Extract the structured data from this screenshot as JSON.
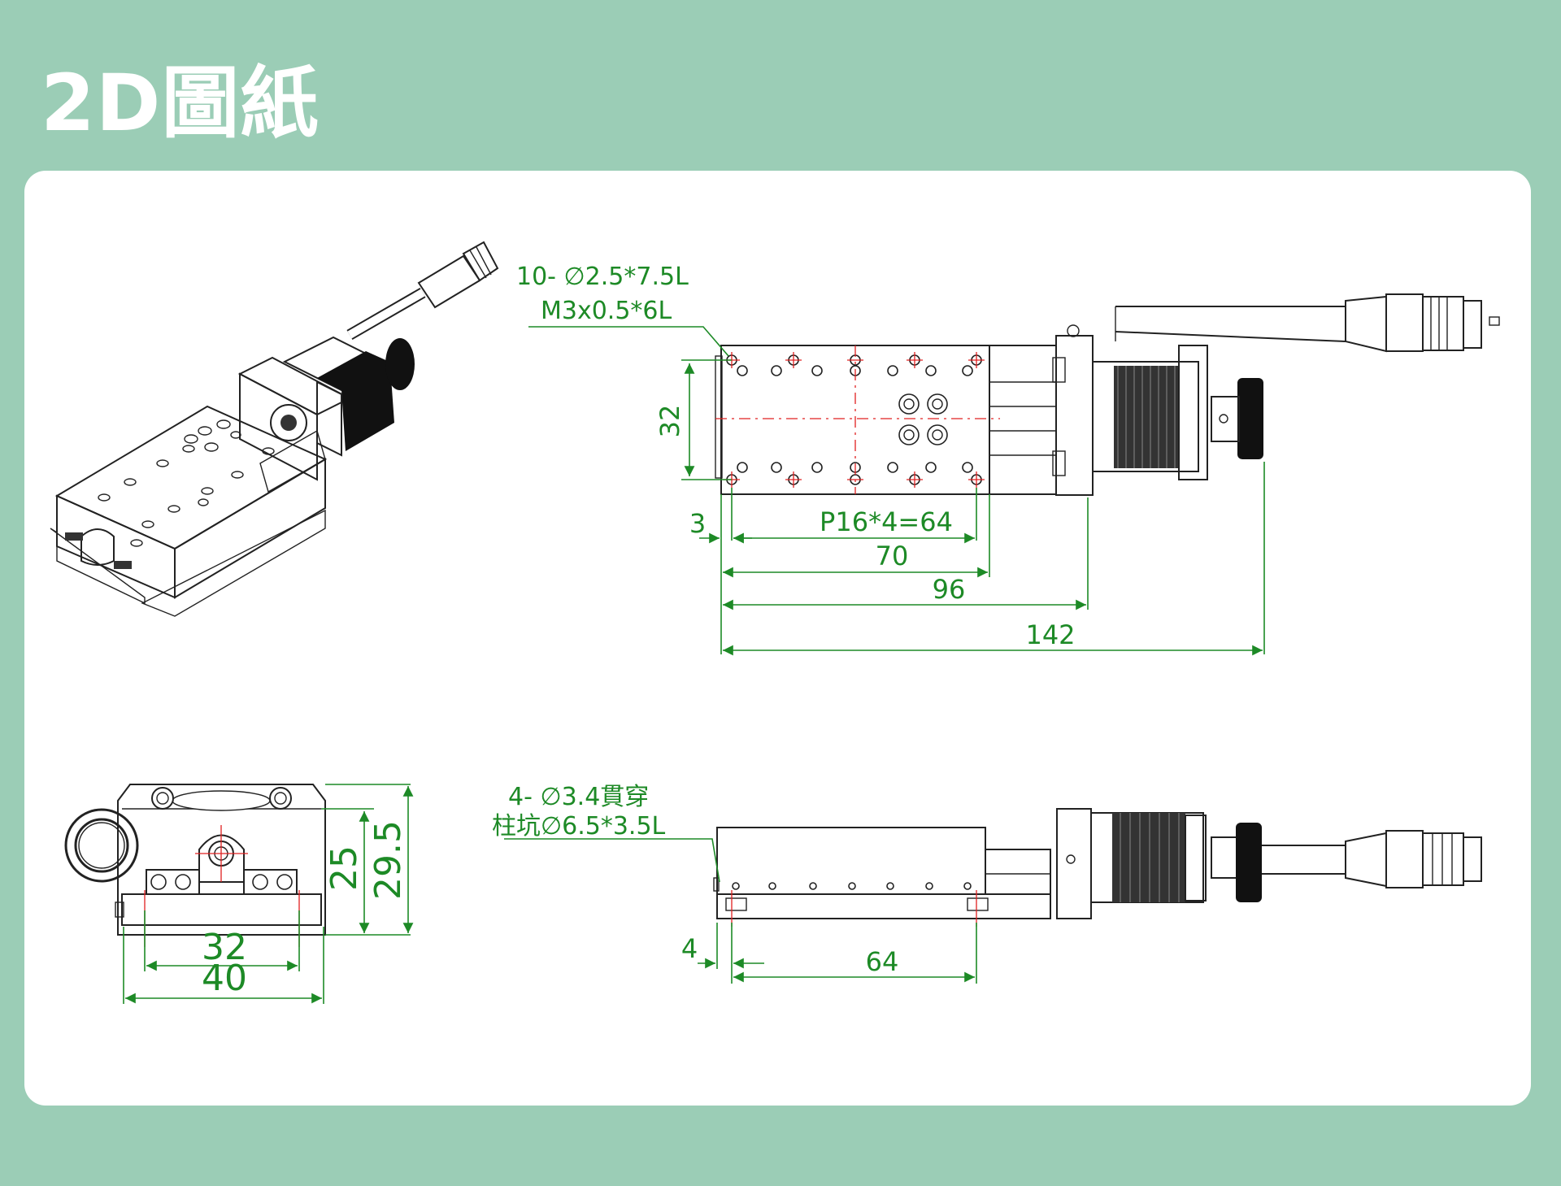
{
  "title": "2D圖紙",
  "colors": {
    "background": "#9bcdb6",
    "panel": "#ffffff",
    "dimension": "#1d8a26",
    "centerline": "#e02020",
    "outline": "#222222"
  },
  "top_view": {
    "callout_line1": "10- ∅2.5*7.5L",
    "callout_line2": "M3x0.5*6L",
    "dim_width": "32",
    "dim_offset": "3",
    "dim_pitch": "P16*4=64",
    "dim_70": "70",
    "dim_96": "96",
    "dim_142": "142"
  },
  "end_view": {
    "dim_25": "25",
    "dim_29_5": "29.5",
    "dim_32": "32",
    "dim_40": "40"
  },
  "side_view": {
    "callout_line1": "4- ∅3.4貫穿",
    "callout_line2": "柱坑∅6.5*3.5L",
    "dim_offset": "4",
    "dim_64": "64"
  }
}
